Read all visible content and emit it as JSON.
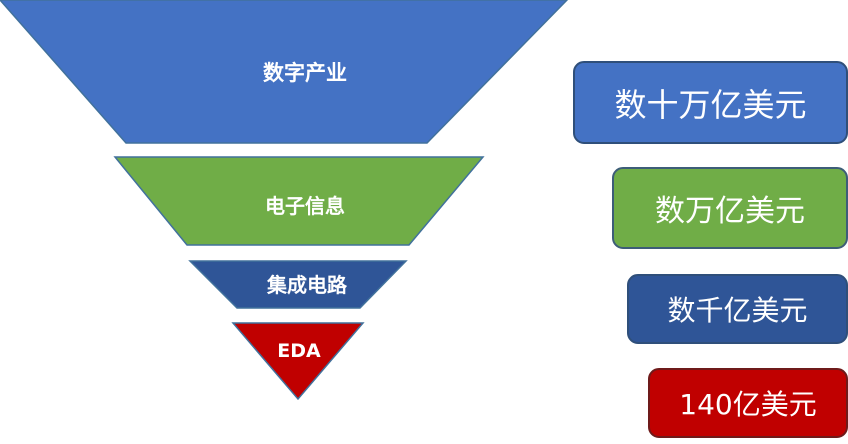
{
  "funnel": {
    "tiers": [
      {
        "label": "数字产业",
        "fill": "#4472C4"
      },
      {
        "label": "电子信息",
        "fill": "#70AD47"
      },
      {
        "label": "集成电路",
        "fill": "#2F5597"
      },
      {
        "label": "EDA",
        "fill": "#C00000"
      }
    ]
  },
  "values": [
    {
      "text": "数十万亿美元",
      "fill": "#4472C4"
    },
    {
      "text": "数万亿美元",
      "fill": "#70AD47"
    },
    {
      "text": "数千亿美元",
      "fill": "#2F5597"
    },
    {
      "text": "140亿美元",
      "fill": "#C00000"
    }
  ]
}
